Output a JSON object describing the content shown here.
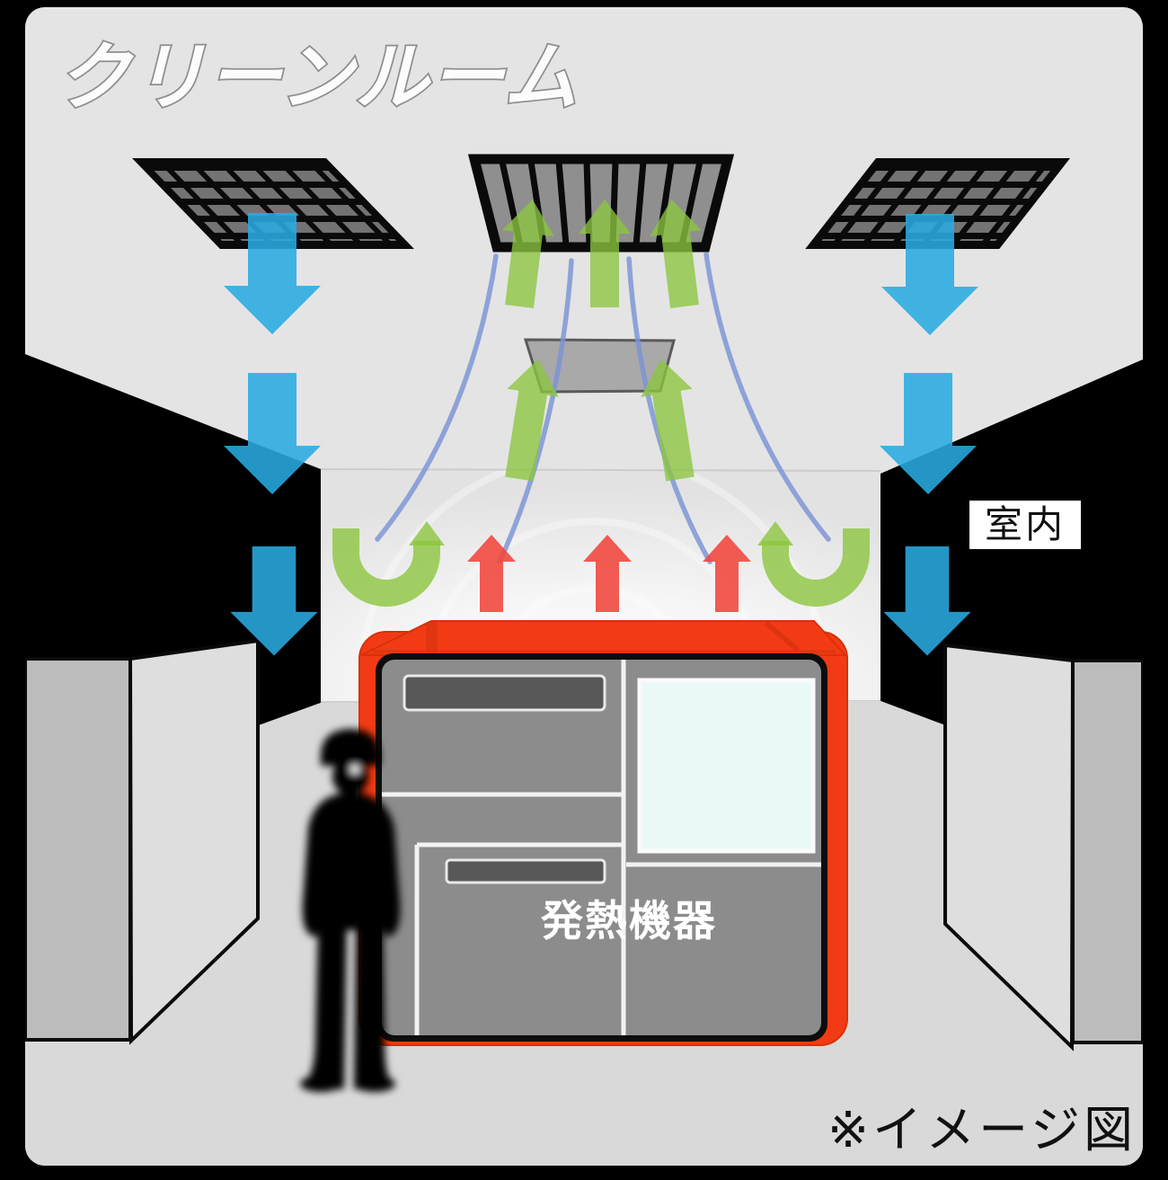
{
  "diagram": {
    "title": "クリーンルーム",
    "room_label": "室内",
    "equipment_label": "発熱機器",
    "note": "※イメージ図"
  },
  "colors": {
    "supply_arrow_blue": "#29ABE2",
    "return_arrow_green": "#8CC63F",
    "heat_arrow_red": "#F2463C",
    "equipment_outline_orange": "#F23B14",
    "streamline_blue": "#7B94D6",
    "ceiling_gray": "#E4E4E4",
    "floor_gray": "#D9D9D9",
    "wall_black": "#000000"
  },
  "icons": {
    "hepa_filter_grille_count": 2,
    "exhaust_grille_count": 1,
    "return_panel_count": 1,
    "supply_down_arrows": 6,
    "return_up_arrows": 5,
    "recirculation_u_arrows": 2,
    "heat_up_arrows": 3,
    "streamlines": 4,
    "person_silhouette_count": 1
  }
}
